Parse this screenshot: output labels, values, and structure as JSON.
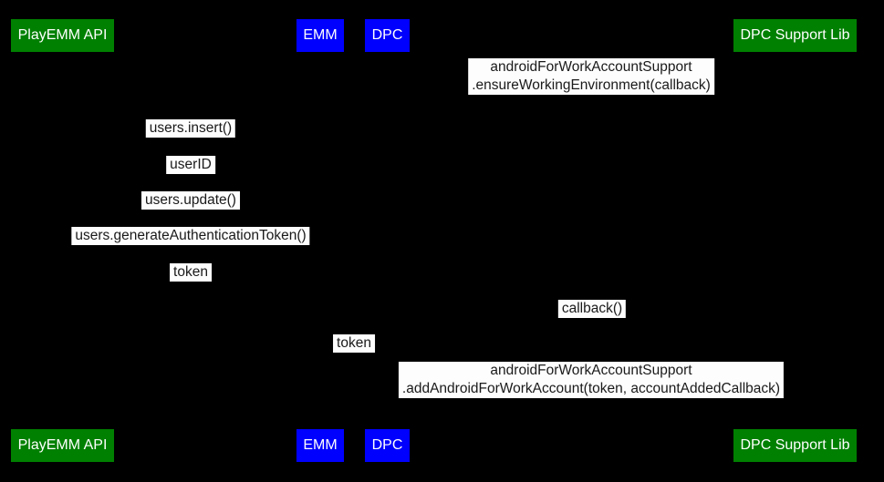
{
  "diagram": {
    "type": "sequence-diagram",
    "background_color": "#000000",
    "label_bg_color": "#fdfdfd",
    "label_text_color": "#1a1a1a",
    "participants": [
      {
        "label": "PlayEMM API",
        "color": "#008000",
        "text_color": "#ffffff"
      },
      {
        "label": "EMM",
        "color": "#0000ff",
        "text_color": "#ffffff"
      },
      {
        "label": "DPC",
        "color": "#0000ff",
        "text_color": "#ffffff"
      },
      {
        "label": "DPC Support Lib",
        "color": "#008000",
        "text_color": "#ffffff"
      }
    ],
    "messages": [
      {
        "line1": "androidForWorkAccountSupport",
        "line2": ".ensureWorkingEnvironment(callback)"
      },
      {
        "line1": "users.insert()"
      },
      {
        "line1": "userID"
      },
      {
        "line1": "users.update()"
      },
      {
        "line1": "users.generateAuthenticationToken()"
      },
      {
        "line1": "token"
      },
      {
        "line1": "callback()"
      },
      {
        "line1": "token"
      },
      {
        "line1": "androidForWorkAccountSupport",
        "line2": ".addAndroidForWorkAccount(token, accountAddedCallback)"
      }
    ]
  }
}
